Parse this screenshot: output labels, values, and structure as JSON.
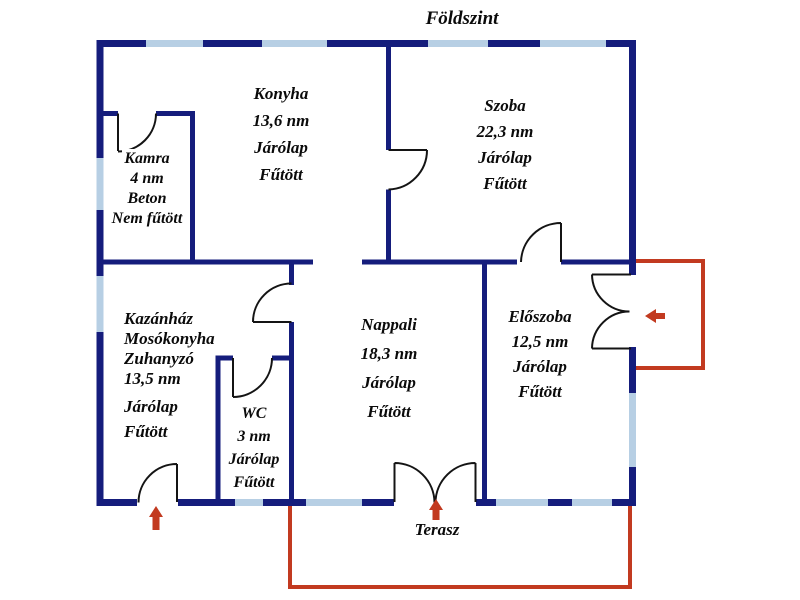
{
  "title": "Földszint",
  "colors": {
    "wall": "#151d7c",
    "window": "#b7cfe4",
    "door": "#141414",
    "red": "#c23a20",
    "text": "#0a0a0a"
  },
  "rooms": [
    {
      "id": "kamra",
      "lines": [
        "Kamra",
        "4 nm",
        "Beton",
        "Nem fűtött"
      ]
    },
    {
      "id": "konyha",
      "lines": [
        "Konyha",
        "13,6 nm",
        "Járólap",
        "Fűtött"
      ]
    },
    {
      "id": "szoba",
      "lines": [
        "Szoba",
        "22,3 nm",
        "Járólap",
        "Fűtött"
      ]
    },
    {
      "id": "kazanhaz",
      "lines": [
        "Kazánház",
        "Mosókonyha",
        "Zuhanyzó",
        "13,5 nm",
        "Járólap",
        "Fűtött"
      ]
    },
    {
      "id": "wc",
      "lines": [
        "WC",
        "3 nm",
        "Járólap",
        "Fűtött"
      ]
    },
    {
      "id": "nappali",
      "lines": [
        "Nappali",
        "18,3 nm",
        "Járólap",
        "Fűtött"
      ]
    },
    {
      "id": "eloszoba",
      "lines": [
        "Előszoba",
        "12,5 nm",
        "Járólap",
        "Fűtött"
      ]
    },
    {
      "id": "terasz",
      "lines": [
        "Terasz"
      ]
    }
  ]
}
